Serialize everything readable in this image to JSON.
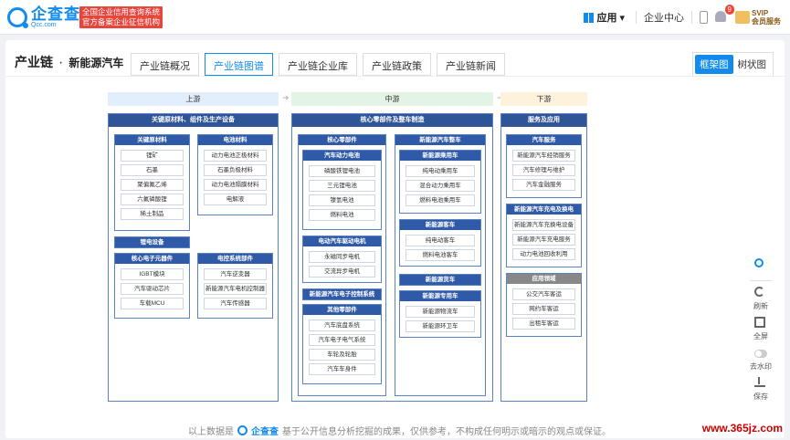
{
  "header": {
    "logo_cn": "企查查",
    "logo_en": "Qcc.com",
    "slogan_line1": "全国企业信用查询系统",
    "slogan_line2": "官方备案企业征信机构",
    "app_label": "应用",
    "enterprise_center": "企业中心",
    "notification_count": "9",
    "svip_line1": "SVIP",
    "svip_line2": "会员服务"
  },
  "page": {
    "title": "产业链",
    "subtitle": "新能源汽车",
    "tabs": [
      {
        "label": "产业链概况"
      },
      {
        "label": "产业链图谱"
      },
      {
        "label": "产业链企业库"
      },
      {
        "label": "产业链政策"
      },
      {
        "label": "产业链新闻"
      }
    ],
    "views": [
      "框架图",
      "树状图"
    ]
  },
  "stages": [
    "上游",
    "中游",
    "下游"
  ],
  "upstream": {
    "header": "关键原材料、组件及生产设备",
    "raw_materials": {
      "title": "关键原材料",
      "items": [
        "锂矿",
        "石墨",
        "聚偏氟乙烯",
        "六氟磷酸锂",
        "稀土制品"
      ]
    },
    "battery_materials": {
      "title": "电池材料",
      "items": [
        "动力电池正极材料",
        "石墨负极材料",
        "动力电池隔膜材料",
        "电解液"
      ]
    },
    "equipment": {
      "title": "锂电设备"
    },
    "electronics": {
      "title": "核心电子元器件",
      "items": [
        "IGBT模块",
        "汽车驱动芯片",
        "车载MCU"
      ]
    },
    "control": {
      "title": "电控系统部件",
      "items": [
        "汽车逆变器",
        "新能源汽车电机控制器",
        "汽车传感器"
      ]
    }
  },
  "midstream": {
    "header": "核心零部件及整车制造",
    "core_parts": {
      "title": "核心零部件"
    },
    "power_battery": {
      "title": "汽车动力电池",
      "items": [
        "磷酸铁锂电池",
        "三元锂电池",
        "镍氢电池",
        "燃料电池"
      ]
    },
    "motor": {
      "title": "电动汽车驱动电机",
      "items": [
        "永磁同步电机",
        "交流异步电机"
      ]
    },
    "electronic_control": {
      "title": "新能源汽车电子控制系统"
    },
    "other_parts": {
      "title": "其他零部件",
      "items": [
        "汽车底盘系统",
        "汽车电子电气系统",
        "车轮及轮胎",
        "汽车车身件"
      ]
    },
    "vehicle": {
      "title": "新能源汽车整车"
    },
    "passenger": {
      "title": "新能源乘用车",
      "items": [
        "纯电动乘用车",
        "混合动力乘用车",
        "燃料电池乘用车"
      ]
    },
    "bus": {
      "title": "新能源客车",
      "items": [
        "纯电动客车",
        "燃料电池客车"
      ]
    },
    "truck": {
      "title": "新能源货车"
    },
    "special": {
      "title": "新能源专用车",
      "items": [
        "新能源物流车",
        "新能源环卫车"
      ]
    }
  },
  "downstream": {
    "header": "服务及应用",
    "auto_service": {
      "title": "汽车服务",
      "items": [
        "新能源汽车经销服务",
        "汽车修理与维护",
        "汽车金融服务"
      ]
    },
    "charging": {
      "title": "新能源汽车充电及换电",
      "items": [
        "新能源汽车充换电设备",
        "新能源汽车充电服务",
        "动力电池回收利用"
      ]
    },
    "application": {
      "title": "应用领域",
      "items": [
        "公交汽车客运",
        "网约车客运",
        "出租车客运"
      ]
    }
  },
  "footer": {
    "prefix": "以上数据是",
    "brand": "企查查",
    "suffix": "基于公开信息分析挖掘的成果，仅供参考，不构成任何明示或暗示的观点或保证。"
  },
  "tools": {
    "refresh": "刷新",
    "fullscreen": "全屏",
    "watermark": "去水印",
    "save": "保存"
  },
  "watermark_text": "www.365jz.com",
  "colors": {
    "primary": "#128bed",
    "header_navy": "#2f5599",
    "slogan_red": "#e8463c"
  }
}
